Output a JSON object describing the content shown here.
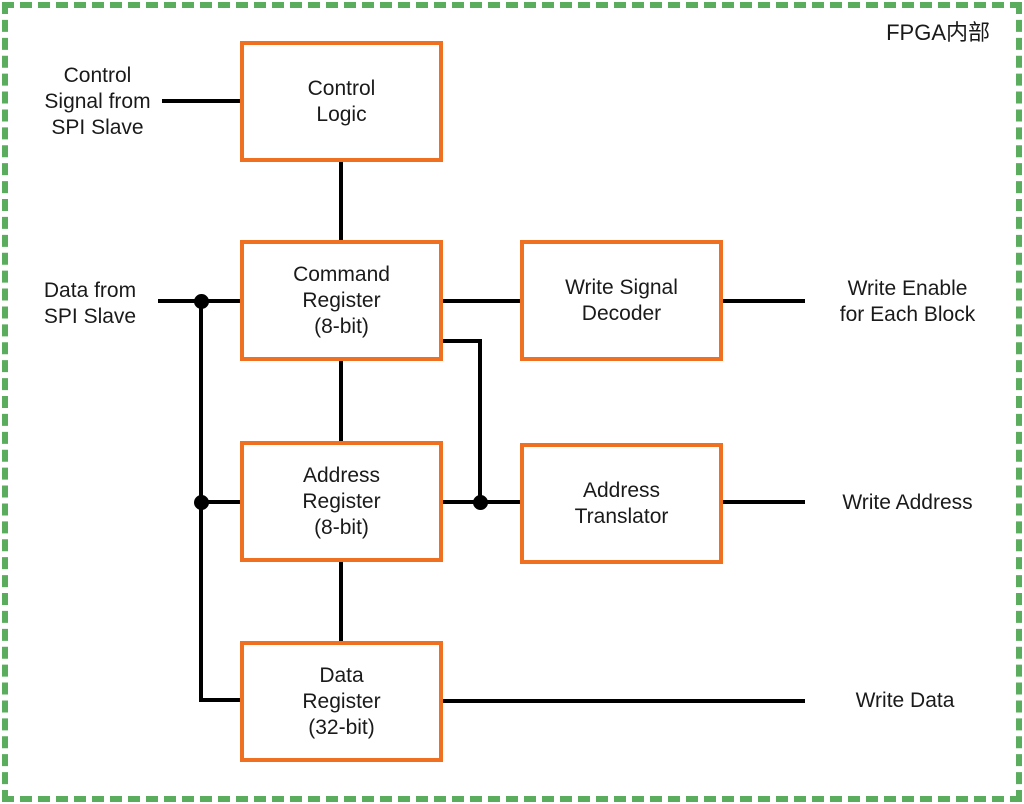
{
  "title": "FPGA内部",
  "colors": {
    "block_border": "#F07021",
    "boundary": "#5BAD5E",
    "connector": "#000000",
    "text": "#1A1A1A",
    "background": "#FFFFFF"
  },
  "blocks": {
    "control_logic": {
      "label": "Control\nLogic"
    },
    "command_register": {
      "label": "Command\nRegister\n(8-bit)"
    },
    "write_signal_decoder": {
      "label": "Write Signal\nDecoder"
    },
    "address_register": {
      "label": "Address\nRegister\n(8-bit)"
    },
    "address_translator": {
      "label": "Address\nTranslator"
    },
    "data_register": {
      "label": "Data\nRegister\n(32-bit)"
    }
  },
  "io_labels": {
    "control_signal_in": "Control\nSignal from\nSPI Slave",
    "data_in": "Data from\nSPI Slave",
    "write_enable_out": "Write Enable\nfor Each Block",
    "write_address_out": "Write Address",
    "write_data_out": "Write Data"
  }
}
